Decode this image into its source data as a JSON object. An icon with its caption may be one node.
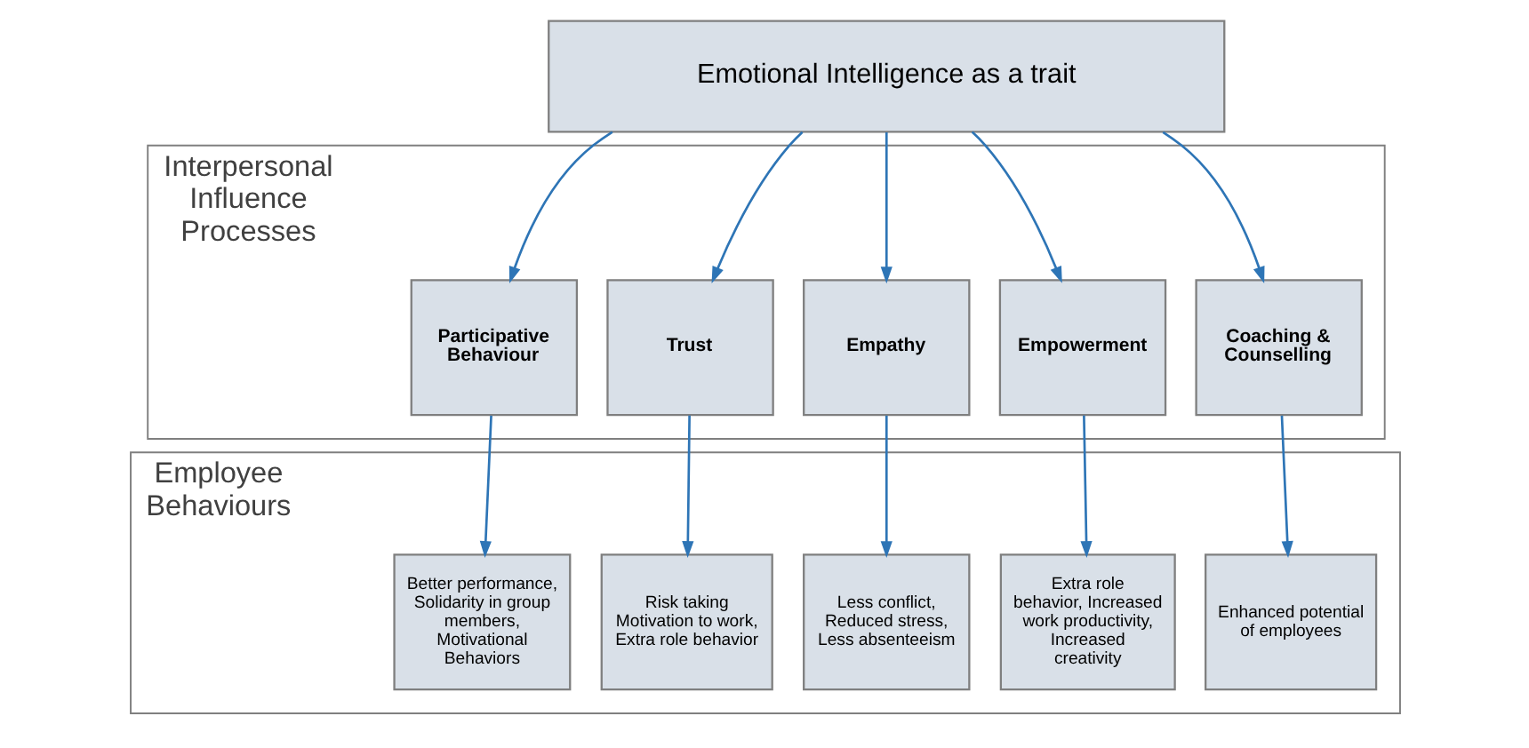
{
  "diagram": {
    "nodes": [
      {
        "text": [
          "Emotional Intelligence as a trait"
        ]
      },
      {
        "text": [
          "Interpersonal Influence Processes"
        ]
      },
      {
        "text": [
          "Participative Behaviour"
        ],
        "in": 1
      },
      {
        "text": [
          "Trust"
        ],
        "in": 1
      },
      {
        "text": [
          "Empathy"
        ],
        "in": 1
      },
      {
        "text": [
          "Empowerment"
        ],
        "in": 1
      },
      {
        "text": [
          "Coaching & Counselling"
        ],
        "in": 1
      },
      {
        "text": [
          "Employee Behaviours"
        ]
      },
      {
        "text": [
          "Better performance, Solidarity in group members, Motivational Behaviors"
        ],
        "in": 7
      },
      {
        "text": [
          "Risk taking Motivation to work, Extra role behavior"
        ],
        "in": 7
      },
      {
        "text": [
          "Less conflict, Reduced stress, Less absenteeism"
        ],
        "in": 7
      },
      {
        "text": [
          "Extra role behavior, Increased work productivity, Increased creativity"
        ],
        "in": 7
      },
      {
        "text": [
          "Enhanced potential of employees"
        ],
        "in": 7
      }
    ],
    "edges": [
      {
        "from": 0,
        "to": 2,
        "arrow": "to"
      },
      {
        "from": 0,
        "to": 3,
        "arrow": "to"
      },
      {
        "from": 0,
        "to": 4,
        "arrow": "to"
      },
      {
        "from": 0,
        "to": 5,
        "arrow": "to"
      },
      {
        "from": 0,
        "to": 6,
        "arrow": "to"
      },
      {
        "from": 2,
        "to": 8,
        "arrow": "to"
      },
      {
        "from": 3,
        "to": 9,
        "arrow": "to"
      },
      {
        "from": 4,
        "to": 10,
        "arrow": "to"
      },
      {
        "from": 5,
        "to": 11,
        "arrow": "to"
      },
      {
        "from": 6,
        "to": 12,
        "arrow": "to"
      }
    ]
  }
}
